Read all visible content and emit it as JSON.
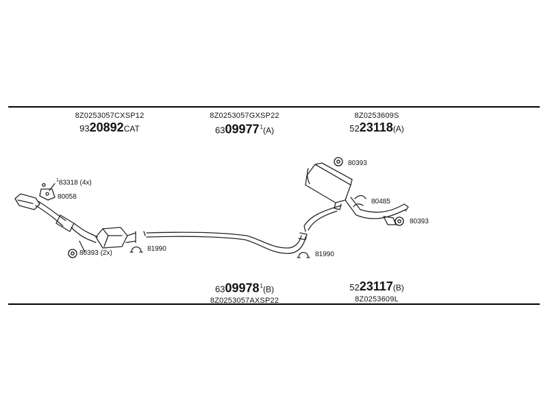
{
  "top_parts": [
    {
      "oe": "8Z0253057CXSP12",
      "prefix": "93",
      "main": "20892",
      "sup": "",
      "suffix": "CAT"
    },
    {
      "oe": "8Z0253057GXSP22",
      "prefix": "63",
      "main": "09977",
      "sup": "1",
      "suffix": "(A)"
    },
    {
      "oe": "8Z0253609S",
      "prefix": "52",
      "main": "23118",
      "sup": "",
      "suffix": "(A)"
    }
  ],
  "bottom_parts": [
    {
      "oe": "8Z0253057AXSP22",
      "prefix": "63",
      "main": "09978",
      "sup": "1",
      "suffix": "(B)"
    },
    {
      "oe": "8Z0253609L",
      "prefix": "52",
      "main": "23117",
      "sup": "",
      "suffix": "(B)"
    }
  ],
  "callouts": {
    "c1": {
      "sup": "1",
      "text": "83318 (4x)"
    },
    "c2": "80058",
    "c3": "80393 (2x)",
    "c4": "81990",
    "c5": "81990",
    "c6": "80393",
    "c7": "80485",
    "c8": "80393"
  }
}
